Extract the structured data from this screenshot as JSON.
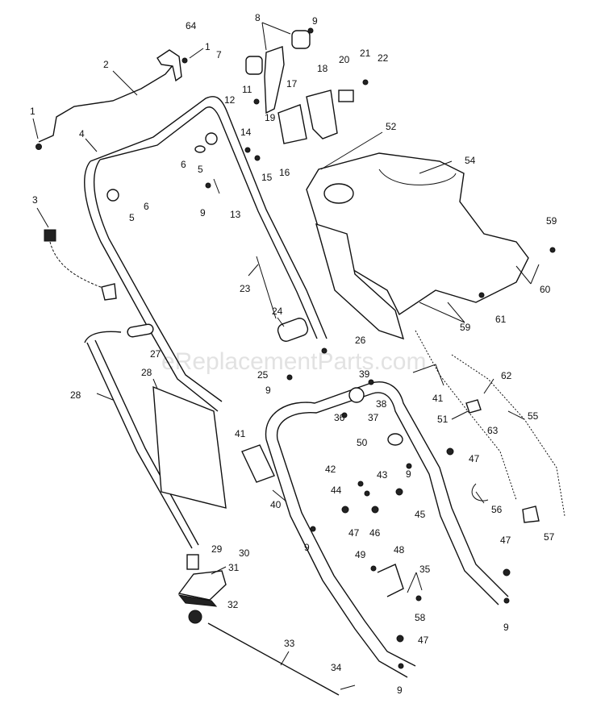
{
  "watermark": "eReplacementParts.com",
  "callouts": [
    "1",
    "2",
    "3",
    "4",
    "5",
    "6",
    "7",
    "8",
    "9",
    "11",
    "12",
    "13",
    "14",
    "15",
    "16",
    "17",
    "18",
    "19",
    "20",
    "21",
    "22",
    "23",
    "24",
    "25",
    "26",
    "27",
    "28",
    "29",
    "30",
    "31",
    "32",
    "33",
    "34",
    "35",
    "36",
    "37",
    "38",
    "39",
    "40",
    "41",
    "42",
    "43",
    "44",
    "45",
    "46",
    "47",
    "48",
    "49",
    "50",
    "51",
    "52",
    "54",
    "55",
    "56",
    "57",
    "58",
    "59",
    "60",
    "61",
    "62",
    "63",
    "64"
  ]
}
